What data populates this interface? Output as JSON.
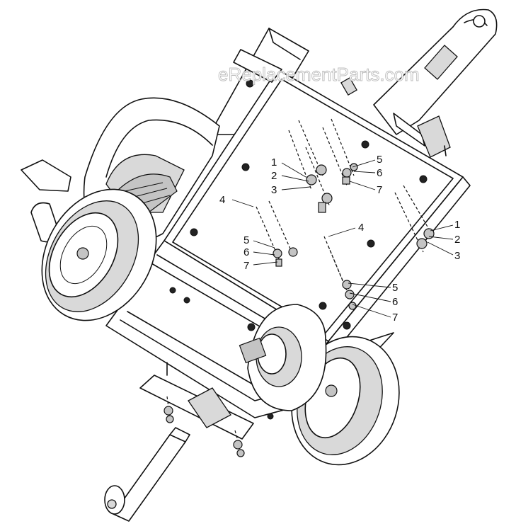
{
  "watermark": "eReplacementParts.com",
  "callouts": [
    {
      "id": "c1a",
      "label": "1"
    },
    {
      "id": "c2a",
      "label": "2"
    },
    {
      "id": "c3a",
      "label": "3"
    },
    {
      "id": "c4a",
      "label": "4"
    },
    {
      "id": "c5a",
      "label": "5"
    },
    {
      "id": "c6a",
      "label": "6"
    },
    {
      "id": "c7a",
      "label": "7"
    },
    {
      "id": "c5b",
      "label": "5"
    },
    {
      "id": "c6b",
      "label": "6"
    },
    {
      "id": "c7b",
      "label": "7"
    },
    {
      "id": "c4b",
      "label": "4"
    },
    {
      "id": "c1b",
      "label": "1"
    },
    {
      "id": "c2b",
      "label": "2"
    },
    {
      "id": "c3b",
      "label": "3"
    },
    {
      "id": "c5c",
      "label": "5"
    },
    {
      "id": "c6c",
      "label": "6"
    },
    {
      "id": "c7c",
      "label": "7"
    }
  ]
}
